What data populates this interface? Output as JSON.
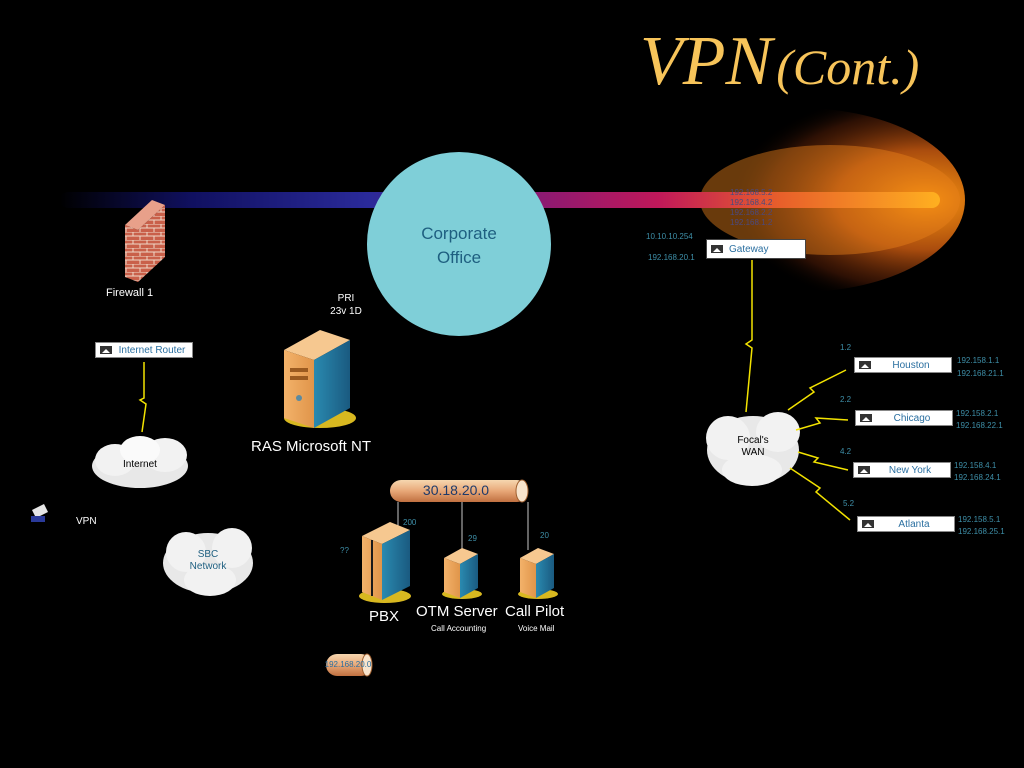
{
  "title": {
    "main": "VPN",
    "sub": "(Cont.)"
  },
  "corporate_office": {
    "line1": "Corporate",
    "line2": "Office"
  },
  "firewall": {
    "label": "Firewall 1"
  },
  "pri": {
    "line1": "PRI",
    "line2": "23v 1D"
  },
  "ras_server": {
    "label": "RAS Microsoft NT"
  },
  "internet_router": {
    "label": "Internet Router"
  },
  "internet_cloud": {
    "label": "Internet"
  },
  "vpn_client": {
    "label": "VPN"
  },
  "sbc_cloud": {
    "line1": "SBC",
    "line2": "Network"
  },
  "gateway": {
    "label": "Gateway",
    "ip_left_top": "10.10.10.254",
    "ip_left_bottom": "192.168.20.1",
    "ips_top": [
      "192.168.5.2",
      "192.168.4.2",
      "192.168.2.2",
      "192.168.1.2"
    ]
  },
  "focals_wan": {
    "line1": "Focal's",
    "line2": "WAN"
  },
  "sites": [
    {
      "name": "Houston",
      "link": "1.2",
      "ip1": "192.158.1.1",
      "ip2": "192.168.21.1"
    },
    {
      "name": "Chicago",
      "link": "2.2",
      "ip1": "192.158.2.1",
      "ip2": "192.168.22.1"
    },
    {
      "name": "New York",
      "link": "4.2",
      "ip1": "192.158.4.1",
      "ip2": "192.168.24.1"
    },
    {
      "name": "Atlanta",
      "link": "5.2",
      "ip1": "192.158.5.1",
      "ip2": "192.168.25.1"
    }
  ],
  "bus_main": {
    "label": "30.18.20.0"
  },
  "bus_small": {
    "label": "192.168.20.0"
  },
  "pbx": {
    "label": "PBX",
    "port": "200",
    "extra": "??"
  },
  "otm": {
    "label": "OTM Server",
    "caption": "Call Accounting",
    "port": "29"
  },
  "call_pilot": {
    "label": "Call Pilot",
    "caption": "Voice Mail",
    "port": "20"
  },
  "colors": {
    "title": "#f7c45a",
    "circle": "#7fcfd8",
    "ip_text": "#3e8fa8",
    "lightning": "#f2e200"
  }
}
